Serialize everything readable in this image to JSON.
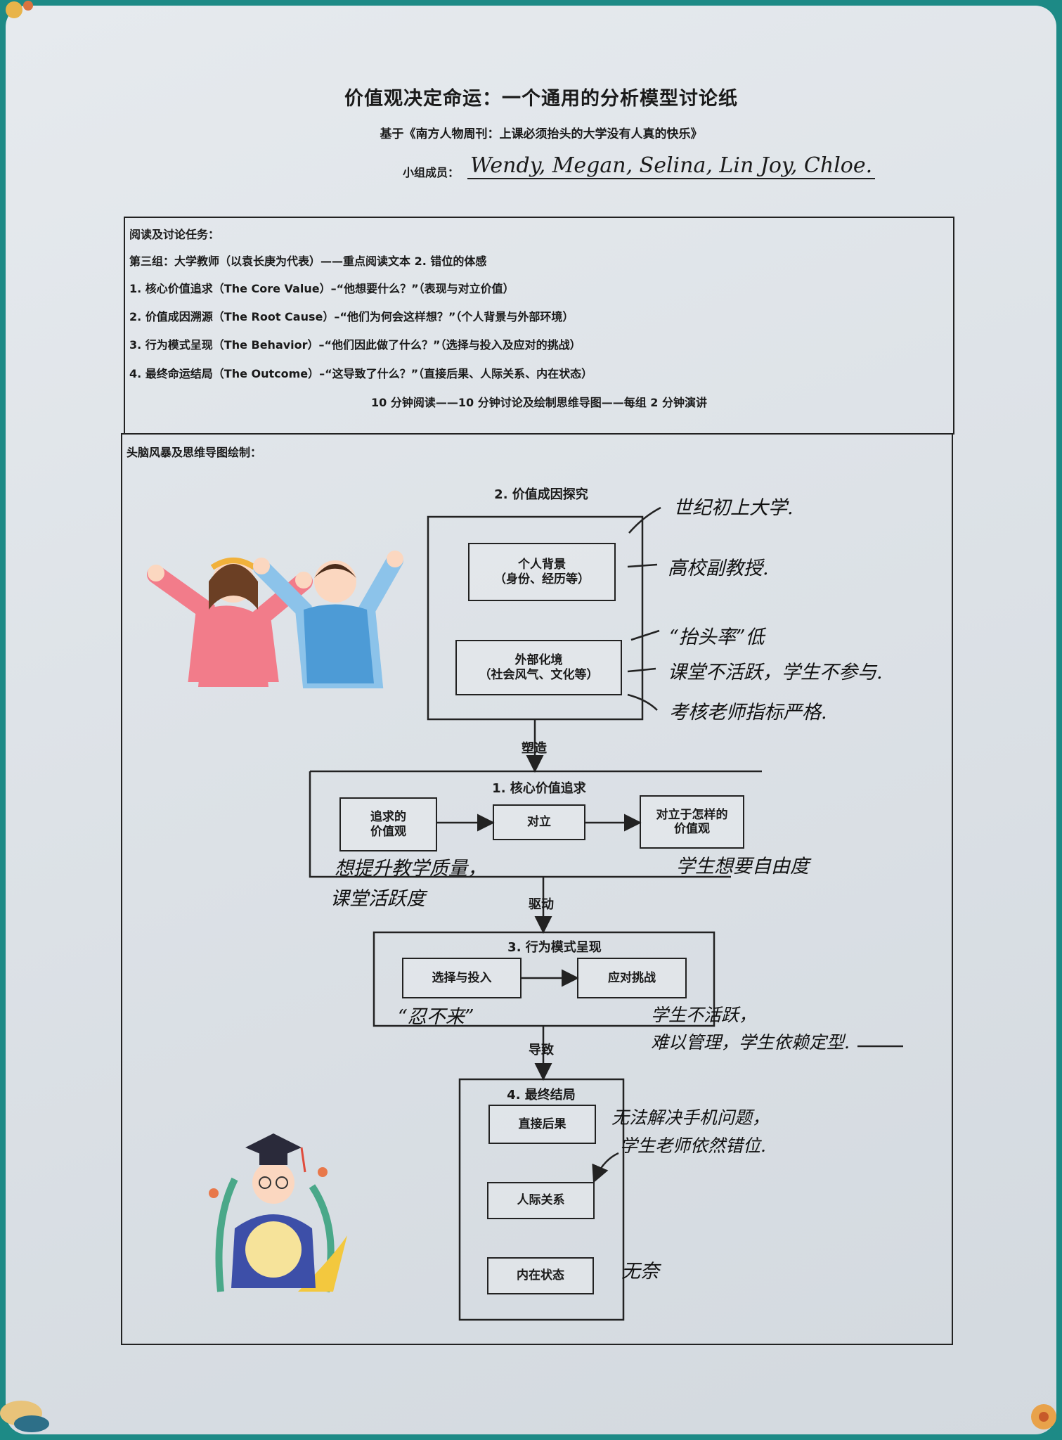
{
  "header": {
    "title": "价值观决定命运：一个通用的分析模型讨论纸",
    "subtitle": "基于《南方人物周刊：上课必须抬头的大学没有人真的快乐》",
    "members_label": "小组成员：",
    "members": "Wendy, Megan, Selina, Lin Joy, Chloe."
  },
  "task": {
    "heading": "阅读及讨论任务：",
    "group": "第三组：大学教师（以袁长庚为代表）——重点阅读文本 2. 错位的体感",
    "items": [
      "1.  核心价值追求（The Core Value）–“他想要什么？”（表现与对立价值）",
      "2.  价值成因溯源（The Root Cause）–“他们为何会这样想？”（个人背景与外部环境）",
      "3.  行为模式呈现（The Behavior）–“他们因此做了什么？”（选择与投入及应对的挑战）",
      "4.  最终命运结局（The Outcome）–“这导致了什么？”（直接后果、人际关系、内在状态）"
    ],
    "schedule": "10 分钟阅读——10 分钟讨论及绘制思维导图——每组 2 分钟演讲"
  },
  "mindmap": {
    "heading": "头脑风暴及思维导图绘制：",
    "root_cause": {
      "title": "2. 价值成因探究",
      "personal": "个人背景\n（身份、经历等）",
      "external": "外部化境\n（社会风气、文化等）",
      "notes": [
        "世纪初上大学.",
        "高校副教授.",
        "“抬头率”低",
        "课堂不活跃，学生不参与.",
        "考核老师指标严格."
      ]
    },
    "arrow1": "塑造",
    "core_value": {
      "title": "1. 核心价值追求",
      "pursued": "追求的\n价值观",
      "opposition": "对立",
      "opposed": "对立于怎样的\n价值观",
      "notes_left": [
        "想提升教学质量，",
        "课堂活跃度"
      ],
      "note_right": "学生想要自由度"
    },
    "arrow2": "驱动",
    "behavior": {
      "title": "3. 行为模式呈现",
      "choice": "选择与投入",
      "challenge": "应对挑战",
      "note_left": "“忍不来”",
      "notes_right": [
        "学生不活跃，",
        "难以管理，学生依赖定型."
      ]
    },
    "arrow3": "导致",
    "outcome": {
      "title": "4. 最终结局",
      "direct": "直接后果",
      "relations": "人际关系",
      "inner": "内在状态",
      "notes": [
        "无法解决手机问题，",
        "学生老师依然错位.",
        "无奈"
      ]
    }
  },
  "colors": {
    "frame": "#1d8a86",
    "paper": "#dde2e7",
    "ink": "#1a1a1a"
  }
}
